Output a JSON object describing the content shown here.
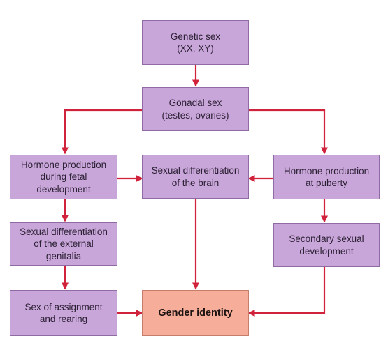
{
  "nodes": {
    "genetic_sex": "Genetic sex\n(XX, XY)",
    "gonadal_sex": "Gonadal sex\n(testes, ovaries)",
    "hormone_fetal": "Hormone production\nduring fetal\ndevelopment",
    "brain_diff": "Sexual differentiation\nof the brain",
    "hormone_puberty": "Hormone production\nat puberty",
    "external_genitalia": "Sexual differentiation\nof the external\ngenitalia",
    "secondary_sexual": "Secondary sexual\ndevelopment",
    "assignment_rearing": "Sex of assignment\nand rearing",
    "gender_identity": "Gender identity"
  },
  "colors": {
    "node_fill": "#c9a6d9",
    "node_border": "#8f6aa3",
    "target_fill": "#f6ad9a",
    "target_border": "#c77d6c",
    "arrow": "#d0223a"
  }
}
